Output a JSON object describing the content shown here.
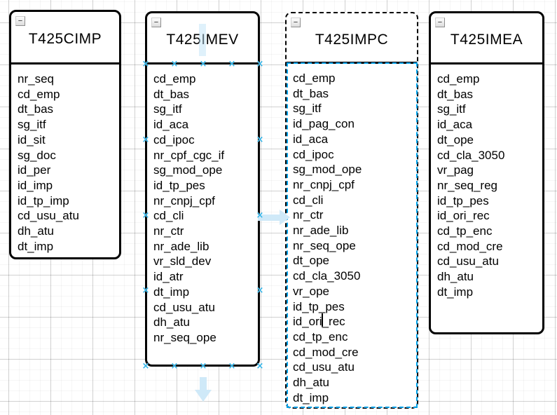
{
  "editor": {
    "selected_table": "T425IMPC",
    "hovered_table": "T425IMEV",
    "editing": {
      "table": "T425IMPC",
      "field": "id_ori_rec",
      "caret_after": "id_ori"
    },
    "hover_arrows": [
      "up",
      "right",
      "down"
    ],
    "collapse_glyph": "−",
    "connection_point_glyph": "×"
  },
  "colors": {
    "table_border": "#000000",
    "table_background": "#ffffff",
    "selection_dashed": "#000000",
    "child_selection_blue": "#00a1e8",
    "connection_point_cyan": "#2fb3e8",
    "direction_arrow_blue": "#cfe9f8",
    "grid_major": "#d6d6d6",
    "grid_minor": "#f5f5f5"
  },
  "diagram": {
    "tables": [
      {
        "id": "T425CIMP",
        "title": "T425CIMP",
        "fields": [
          "nr_seq",
          "cd_emp",
          "dt_bas",
          "sg_itf",
          "id_sit",
          "sg_doc",
          "id_per",
          "id_imp",
          "id_tp_imp",
          "cd_usu_atu",
          "dh_atu",
          "dt_imp"
        ]
      },
      {
        "id": "T425IMEV",
        "title": "T425IMEV",
        "fields": [
          "cd_emp",
          "dt_bas",
          "sg_itf",
          "id_aca",
          "cd_ipoc",
          "nr_cpf_cgc_if",
          "sg_mod_ope",
          "id_tp_pes",
          "nr_cnpj_cpf",
          "cd_cli",
          "nr_ctr",
          "nr_ade_lib",
          "vr_sld_dev",
          "id_atr",
          "dt_imp",
          "cd_usu_atu",
          "dh_atu",
          "nr_seq_ope"
        ]
      },
      {
        "id": "T425IMPC",
        "title": "T425IMPC",
        "fields": [
          "cd_emp",
          "dt_bas",
          "sg_itf",
          "id_pag_con",
          "id_aca",
          "cd_ipoc",
          "sg_mod_ope",
          "nr_cnpj_cpf",
          "cd_cli",
          "nr_ctr",
          "nr_ade_lib",
          "nr_seq_ope",
          "dt_ope",
          "cd_cla_3050",
          "vr_ope",
          "id_tp_pes",
          "id_ori_rec",
          "cd_tp_enc",
          "cd_mod_cre",
          "cd_usu_atu",
          "dh_atu",
          "dt_imp"
        ]
      },
      {
        "id": "T425IMEA",
        "title": "T425IMEA",
        "fields": [
          "cd_emp",
          "dt_bas",
          "sg_itf",
          "id_aca",
          "dt_ope",
          "cd_cla_3050",
          "vr_pag",
          "nr_seq_reg",
          "id_tp_pes",
          "id_ori_rec",
          "cd_tp_enc",
          "cd_mod_cre",
          "cd_usu_atu",
          "dh_atu",
          "dt_imp"
        ]
      }
    ]
  }
}
